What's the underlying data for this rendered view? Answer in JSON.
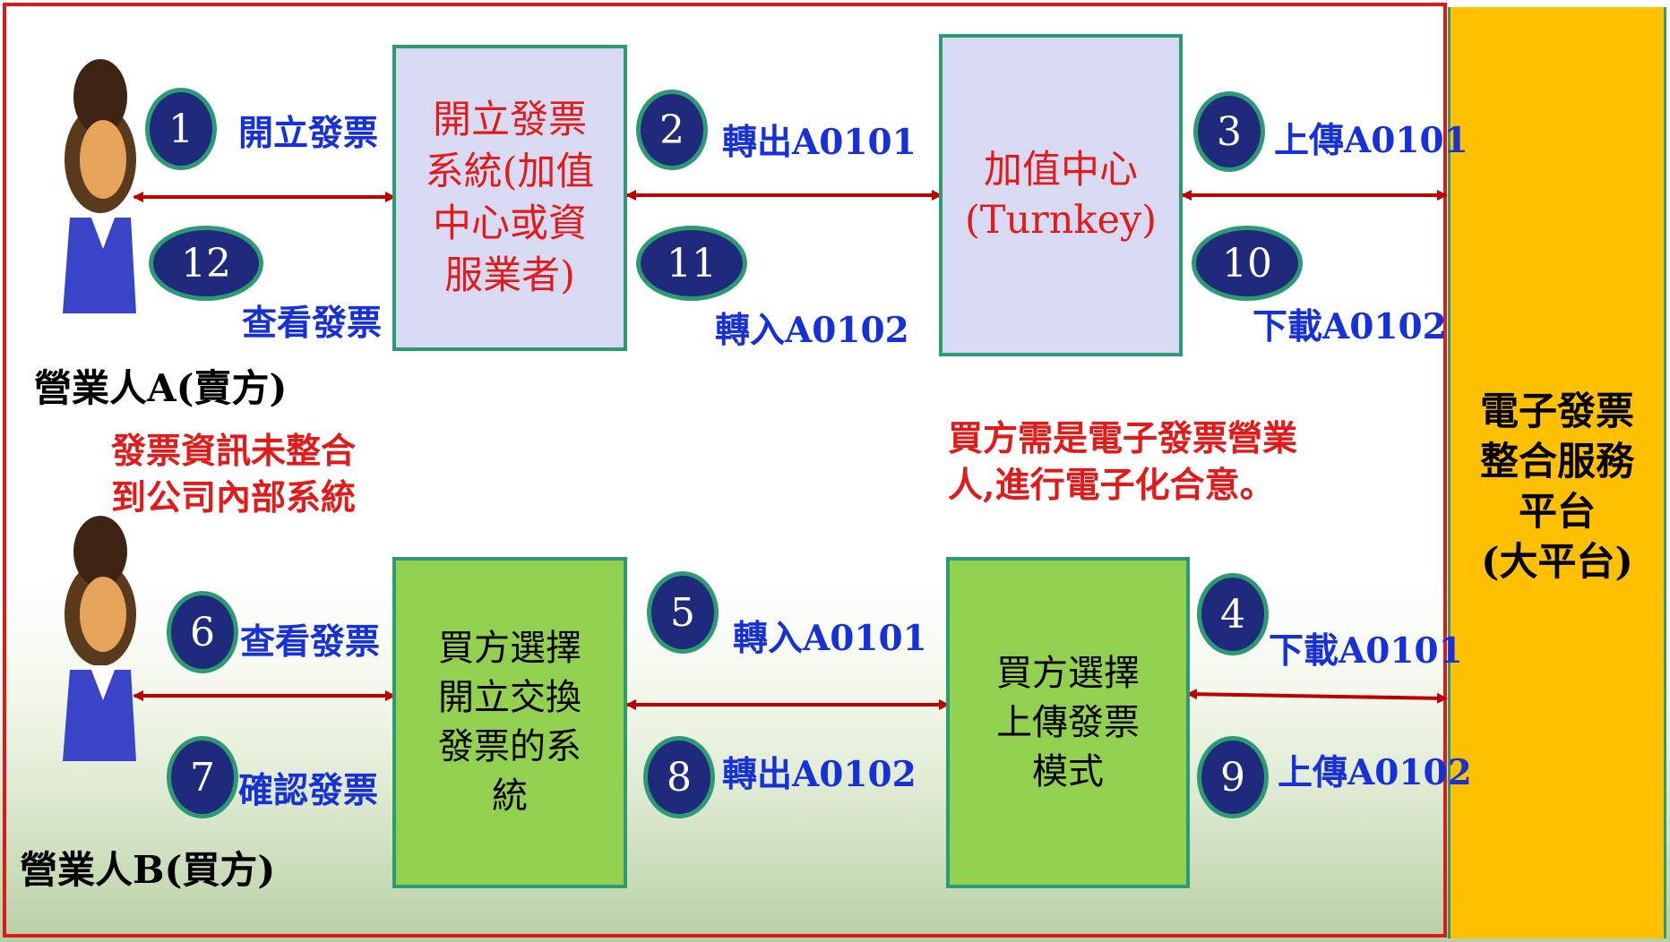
{
  "platform": {
    "title": "電子發票\n整合服務\n平台\n(大平台)"
  },
  "actors": {
    "seller": "營業人A(賣方)",
    "buyer": "營業人B(買方)"
  },
  "boxes": {
    "issue_system": "開立發票\n系統(加值\n中心或資\n服業者)",
    "vas_center": "加值中心\n(Turnkey)",
    "buyer_exchange": "買方選擇\n開立交換\n發票的系\n統",
    "buyer_upload": "買方選擇\n上傳發票\n模式"
  },
  "notes": {
    "left": "發票資訊未整合\n到公司內部系統",
    "right": "買方需是電子發票營業\n人,進行電子化合意。"
  },
  "steps": [
    {
      "num": "1",
      "label": "開立發票"
    },
    {
      "num": "2",
      "label": "轉出A0101"
    },
    {
      "num": "3",
      "label": "上傳A0101"
    },
    {
      "num": "4",
      "label": "下載A0101"
    },
    {
      "num": "5",
      "label": "轉入A0101"
    },
    {
      "num": "6",
      "label": "查看發票"
    },
    {
      "num": "7",
      "label": "確認發票"
    },
    {
      "num": "8",
      "label": "轉出A0102"
    },
    {
      "num": "9",
      "label": "上傳A0102"
    },
    {
      "num": "10",
      "label": "下載A0102"
    },
    {
      "num": "11",
      "label": "轉入A0102"
    },
    {
      "num": "12",
      "label": "查看發票"
    }
  ],
  "colors": {
    "arrow": "#c00000",
    "step_circle": "#1f2a7c",
    "step_label": "#1731d8",
    "platform": "#ffc000"
  }
}
